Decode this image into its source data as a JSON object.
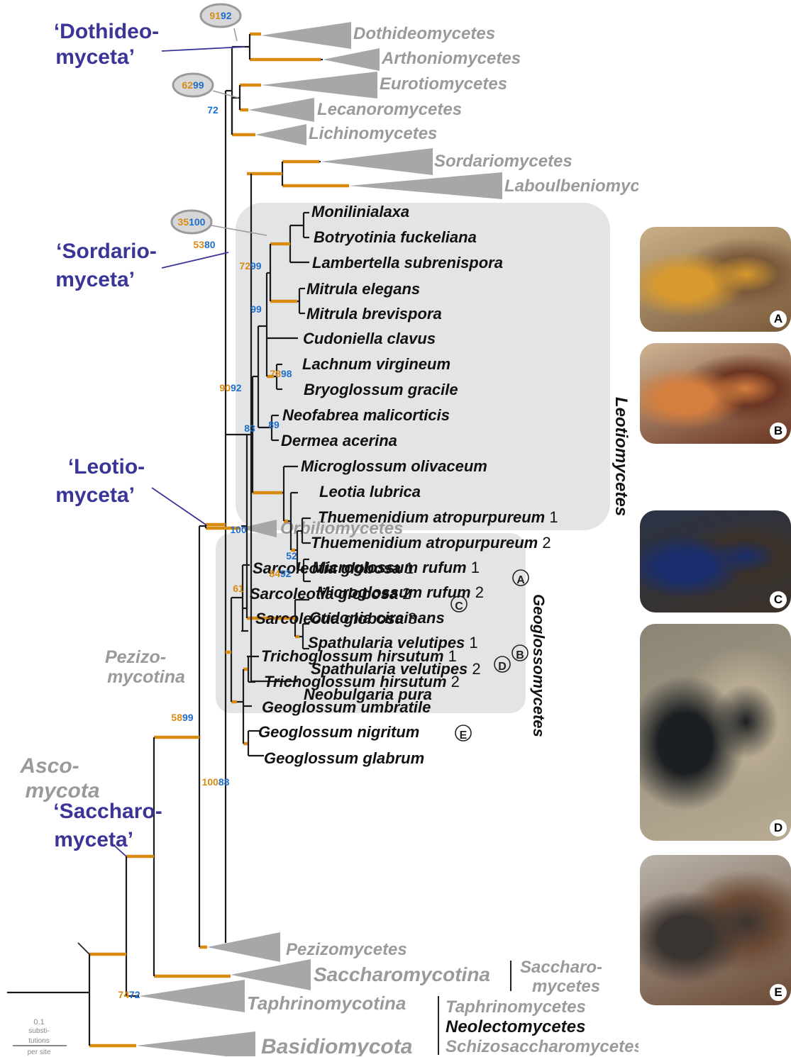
{
  "tree": {
    "clade_labels": [
      {
        "id": "dothideo-clade-label",
        "lines": [
          "‘Dothideo-",
          "myceta’"
        ]
      },
      {
        "id": "sordario-clade-label",
        "lines": [
          "‘Sordario-",
          "myceta’"
        ]
      },
      {
        "id": "leotio-clade-label",
        "lines": [
          "‘Leotio-",
          "myceta’"
        ]
      },
      {
        "id": "saccharo-clade-label",
        "lines": [
          "‘Saccharo-",
          "myceta’"
        ]
      }
    ],
    "rank_labels": [
      {
        "id": "ascomycota-label",
        "lines": [
          "Asco-",
          "mycota"
        ]
      },
      {
        "id": "pezizomycotina-label",
        "lines": [
          "Pezizo-",
          "mycotina"
        ]
      }
    ],
    "collapsed_groups": [
      {
        "id": "dothideomycetes",
        "name": "Dothideomycetes"
      },
      {
        "id": "arthoniomycetes",
        "name": "Arthoniomycetes"
      },
      {
        "id": "eurotiomycetes",
        "name": "Eurotiomycetes"
      },
      {
        "id": "lecanoromycetes",
        "name": "Lecanoromycetes"
      },
      {
        "id": "lichinomycetes",
        "name": "Lichinomycetes"
      },
      {
        "id": "sordariomycetes",
        "name": "Sordariomycetes"
      },
      {
        "id": "laboulbeniomycetes",
        "name": "Laboulbeniomycetes"
      },
      {
        "id": "orbiliomycetes",
        "name": "Orbiliomycetes"
      },
      {
        "id": "pezizomycetes",
        "name": "Pezizomycetes"
      },
      {
        "id": "saccharomycotina",
        "name": "Saccharomycotina"
      },
      {
        "id": "taphrinomycotina",
        "name": "Taphrinomycotina"
      },
      {
        "id": "basidiomycota",
        "name": "Basidiomycota"
      }
    ],
    "taxa": [
      {
        "genus": "Monilinialaxa",
        "num": ""
      },
      {
        "genus": "Botryotinia fuckeliana",
        "num": ""
      },
      {
        "genus": "Lambertella subrenispora",
        "num": ""
      },
      {
        "genus": "Mitrula elegans",
        "num": ""
      },
      {
        "genus": "Mitrula brevispora",
        "num": ""
      },
      {
        "genus": "Cudoniella clavus",
        "num": ""
      },
      {
        "genus": "Lachnum virgineum",
        "num": ""
      },
      {
        "genus": "Bryoglossum gracile",
        "num": ""
      },
      {
        "genus": "Neofabrea malicorticis",
        "num": ""
      },
      {
        "genus": "Dermea acerina",
        "num": ""
      },
      {
        "genus": "Microglossum olivaceum",
        "num": ""
      },
      {
        "genus": "Leotia lubrica",
        "num": ""
      },
      {
        "genus": "Thuemenidium atropurpureum",
        "num": "1"
      },
      {
        "genus": "Thuemenidium atropurpureum",
        "num": "2"
      },
      {
        "genus": "Microglossum rufum",
        "num": "1"
      },
      {
        "genus": "Microglossum rufum",
        "num": "2"
      },
      {
        "genus": "Cudonia circinans",
        "num": ""
      },
      {
        "genus": "Spathularia velutipes",
        "num": "1"
      },
      {
        "genus": "Spathularia velutipes",
        "num": "2"
      },
      {
        "genus": "Neobulgaria pura",
        "num": ""
      },
      {
        "genus": "Sarcoleotia globosa",
        "num": "1"
      },
      {
        "genus": "Sarcoleotia globosa",
        "num": "2"
      },
      {
        "genus": "Sarcoleotia globosa",
        "num": "3"
      },
      {
        "genus": "Trichoglossum hirsutum",
        "num": "1"
      },
      {
        "genus": "Trichoglossum hirsutum",
        "num": "2"
      },
      {
        "genus": "Geoglossum umbratile",
        "num": ""
      },
      {
        "genus": "Geoglossum nigritum",
        "num": ""
      },
      {
        "genus": "Geoglossum glabrum",
        "num": ""
      }
    ],
    "class_labels": {
      "leotiomycetes": "Leotiomycetes",
      "geoglossomycetes": "Geoglossomycetes"
    },
    "side_labels": {
      "saccharomycetes": [
        "Saccharo-",
        "mycetes"
      ],
      "taphrinomycotina_classes": [
        "Taphrinomycetes",
        "Neolectomycetes",
        "Schizosaccharomycetes"
      ]
    },
    "support_values": [
      {
        "id": "sup-91-92",
        "a": "91",
        "b": "92",
        "oval": true
      },
      {
        "id": "sup-62-99",
        "a": "62",
        "b": "99",
        "oval": true
      },
      {
        "id": "sup-72-left",
        "a": "",
        "b": "72",
        "oval": false
      },
      {
        "id": "sup-53-80",
        "a": "53",
        "b": "80",
        "oval": false
      },
      {
        "id": "sup-72-99",
        "a": "72",
        "b": "99",
        "oval": false
      },
      {
        "id": "sup-99",
        "a": "",
        "b": "99",
        "oval": false
      },
      {
        "id": "sup-35-100",
        "a": "35",
        "b": "100",
        "oval": true
      },
      {
        "id": "sup-78-98",
        "a": "78",
        "b": "98",
        "oval": false
      },
      {
        "id": "sup-90-92",
        "a": "90",
        "b": "92",
        "oval": false
      },
      {
        "id": "sup-83",
        "a": "",
        "b": "83",
        "oval": false
      },
      {
        "id": "sup-89",
        "a": "",
        "b": "89",
        "oval": false
      },
      {
        "id": "sup-100",
        "a": "",
        "b": "100",
        "oval": false
      },
      {
        "id": "sup-52",
        "a": "",
        "b": "52",
        "oval": false
      },
      {
        "id": "sup-84-92",
        "a": "84",
        "b": "92",
        "oval": false
      },
      {
        "id": "sup-61",
        "a": "61",
        "b": "",
        "oval": false
      },
      {
        "id": "sup-58-99",
        "a": "58",
        "b": "99",
        "oval": false
      },
      {
        "id": "sup-100-88",
        "a": "100",
        "b": "88",
        "oval": false
      },
      {
        "id": "sup-74-72",
        "a": "74",
        "b": "72",
        "oval": false
      }
    ],
    "specimen_marks": [
      "A",
      "B",
      "C",
      "D",
      "E"
    ],
    "scale": {
      "value": "0.1",
      "unit_lines": [
        "substi-",
        "tutions",
        "per site"
      ]
    },
    "colors": {
      "branch": "#1a1a1a",
      "support_branch": "#d98a10",
      "collapsed": "#a6a7a9",
      "collapsed_text": "#9a9a9c",
      "clade_label": "#3a3597",
      "support_a": "#d98a10",
      "support_b": "#1f6fc8",
      "box": "#e3e4e6"
    }
  },
  "photos": [
    {
      "id": "photo-a",
      "label": "A",
      "colors": [
        "#c8b089",
        "#d89a2e",
        "#7a5a3a"
      ]
    },
    {
      "id": "photo-b",
      "label": "B",
      "colors": [
        "#cdb493",
        "#d57f3f",
        "#6a3524"
      ]
    },
    {
      "id": "photo-c",
      "label": "C",
      "colors": [
        "#2b3346",
        "#1a2e6e",
        "#3b3128"
      ]
    },
    {
      "id": "photo-d",
      "label": "D",
      "colors": [
        "#8b8475",
        "#1c1f22",
        "#b8ab92"
      ]
    },
    {
      "id": "photo-e",
      "label": "E",
      "colors": [
        "#b8b3a9",
        "#3a3431",
        "#6b4a35"
      ]
    }
  ]
}
